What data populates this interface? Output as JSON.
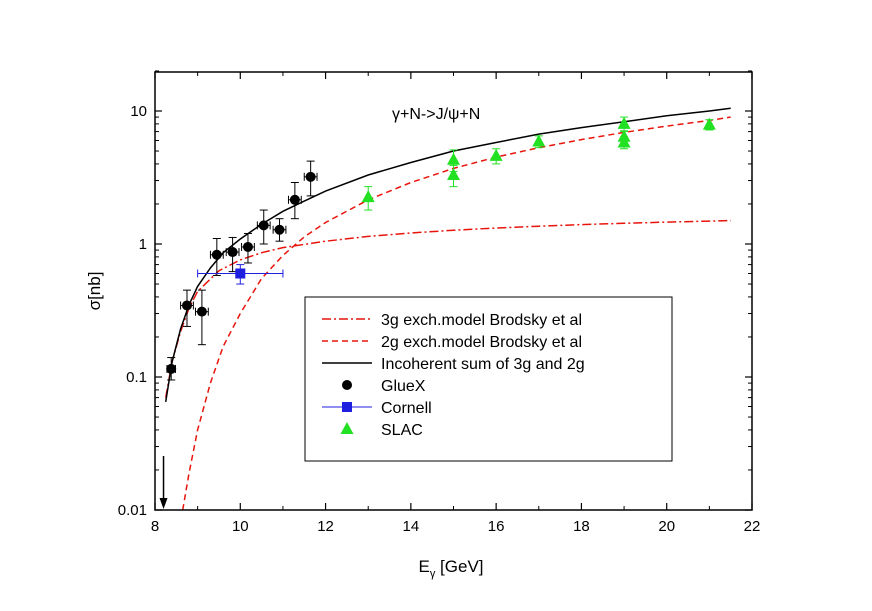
{
  "chart_data": {
    "type": "scatter",
    "annotation": "γ+N->J/ψ+N",
    "xlabel": {
      "main": "E",
      "sub": "γ",
      "unit": " [GeV]"
    },
    "ylabel": "σ[nb]",
    "xlim": [
      8,
      22
    ],
    "ylim": [
      0.01,
      20
    ],
    "yscale": "log",
    "x_ticks": [
      8,
      10,
      12,
      14,
      16,
      18,
      20,
      22
    ],
    "x_tick_labels": [
      "8",
      "10",
      "12",
      "14",
      "16",
      "18",
      "20",
      "22"
    ],
    "y_ticks": [
      0.01,
      0.1,
      1,
      10
    ],
    "y_tick_labels": [
      "0.01",
      "0.1",
      "1",
      "10"
    ],
    "grid": false,
    "legend_position": "lower-center",
    "threshold_arrow_x": 8.2,
    "series": [
      {
        "name": "3g exch.model Brodsky et al",
        "kind": "line",
        "color": "#e8140c",
        "dash": "dashdot",
        "points": [
          [
            8.25,
            0.07
          ],
          [
            8.4,
            0.13
          ],
          [
            8.6,
            0.22
          ],
          [
            8.8,
            0.33
          ],
          [
            9.0,
            0.44
          ],
          [
            9.5,
            0.63
          ],
          [
            10,
            0.76
          ],
          [
            10.5,
            0.86
          ],
          [
            11,
            0.94
          ],
          [
            12,
            1.05
          ],
          [
            13,
            1.14
          ],
          [
            14,
            1.21
          ],
          [
            15,
            1.27
          ],
          [
            16,
            1.32
          ],
          [
            17,
            1.36
          ],
          [
            18,
            1.4
          ],
          [
            19,
            1.43
          ],
          [
            20,
            1.46
          ],
          [
            21.5,
            1.5
          ]
        ]
      },
      {
        "name": "2g exch.model Brodsky et al",
        "kind": "line",
        "color": "#e8140c",
        "dash": "dash",
        "points": [
          [
            8.65,
            0.01
          ],
          [
            8.8,
            0.019
          ],
          [
            9.0,
            0.04
          ],
          [
            9.3,
            0.09
          ],
          [
            9.6,
            0.17
          ],
          [
            10,
            0.3
          ],
          [
            10.5,
            0.55
          ],
          [
            11,
            0.82
          ],
          [
            11.5,
            1.13
          ],
          [
            12,
            1.45
          ],
          [
            13,
            2.15
          ],
          [
            14,
            2.9
          ],
          [
            15,
            3.7
          ],
          [
            16,
            4.5
          ],
          [
            17,
            5.3
          ],
          [
            18,
            6.1
          ],
          [
            19,
            6.9
          ],
          [
            20,
            7.7
          ],
          [
            21,
            8.5
          ],
          [
            21.5,
            9.0
          ]
        ]
      },
      {
        "name": "Incoherent sum of 3g and 2g",
        "kind": "line",
        "color": "#000000",
        "dash": "solid",
        "points": [
          [
            8.25,
            0.065
          ],
          [
            8.4,
            0.13
          ],
          [
            8.6,
            0.23
          ],
          [
            8.8,
            0.35
          ],
          [
            9.0,
            0.48
          ],
          [
            9.3,
            0.66
          ],
          [
            9.6,
            0.86
          ],
          [
            10,
            1.09
          ],
          [
            10.5,
            1.41
          ],
          [
            11,
            1.76
          ],
          [
            11.5,
            2.1
          ],
          [
            12,
            2.5
          ],
          [
            13,
            3.3
          ],
          [
            14,
            4.1
          ],
          [
            15,
            5.0
          ],
          [
            16,
            5.8
          ],
          [
            17,
            6.7
          ],
          [
            18,
            7.5
          ],
          [
            19,
            8.3
          ],
          [
            20,
            9.2
          ],
          [
            21,
            10.0
          ],
          [
            21.5,
            10.5
          ]
        ]
      },
      {
        "name": "GlueX",
        "kind": "markers",
        "marker": "circle",
        "color": "#000000",
        "points": [
          {
            "x": 8.38,
            "y": 0.115,
            "xerr": 0.1,
            "ylo": 0.095,
            "yhi": 0.14
          },
          {
            "x": 8.75,
            "y": 0.345,
            "xerr": 0.15,
            "ylo": 0.24,
            "yhi": 0.45
          },
          {
            "x": 9.1,
            "y": 0.31,
            "xerr": 0.15,
            "ylo": 0.175,
            "yhi": 0.45
          },
          {
            "x": 9.45,
            "y": 0.83,
            "xerr": 0.15,
            "ylo": 0.58,
            "yhi": 1.1
          },
          {
            "x": 9.82,
            "y": 0.87,
            "xerr": 0.15,
            "ylo": 0.62,
            "yhi": 1.12
          },
          {
            "x": 10.18,
            "y": 0.95,
            "xerr": 0.15,
            "ylo": 0.72,
            "yhi": 1.2
          },
          {
            "x": 10.55,
            "y": 1.38,
            "xerr": 0.15,
            "ylo": 1.0,
            "yhi": 1.8
          },
          {
            "x": 10.92,
            "y": 1.28,
            "xerr": 0.15,
            "ylo": 1.05,
            "yhi": 1.55
          },
          {
            "x": 11.28,
            "y": 2.15,
            "xerr": 0.15,
            "ylo": 1.55,
            "yhi": 2.9
          },
          {
            "x": 11.65,
            "y": 3.2,
            "xerr": 0.15,
            "ylo": 2.3,
            "yhi": 4.2
          }
        ]
      },
      {
        "name": "Cornell",
        "kind": "markers",
        "marker": "square",
        "color": "#1f1fe0",
        "points": [
          {
            "x": 10.0,
            "y": 0.6,
            "xerr": 1.0,
            "ylo": 0.5,
            "yhi": 0.7
          }
        ]
      },
      {
        "name": "SLAC",
        "kind": "markers",
        "marker": "triangle",
        "color": "#22e022",
        "points": [
          {
            "x": 13.0,
            "y": 2.25,
            "xerr": 0,
            "ylo": 1.8,
            "yhi": 2.7
          },
          {
            "x": 15.0,
            "y": 4.3,
            "xerr": 0,
            "ylo": 3.5,
            "yhi": 5.1
          },
          {
            "x": 15.0,
            "y": 3.3,
            "xerr": 0,
            "ylo": 2.7,
            "yhi": 3.9
          },
          {
            "x": 16.0,
            "y": 4.6,
            "xerr": 0,
            "ylo": 4.0,
            "yhi": 5.2
          },
          {
            "x": 17.0,
            "y": 5.9,
            "xerr": 0,
            "ylo": 5.3,
            "yhi": 6.5
          },
          {
            "x": 19.0,
            "y": 8.0,
            "xerr": 0,
            "ylo": 7.0,
            "yhi": 9.0
          },
          {
            "x": 19.0,
            "y": 6.4,
            "xerr": 0,
            "ylo": 5.7,
            "yhi": 7.1
          },
          {
            "x": 19.0,
            "y": 5.8,
            "xerr": 0,
            "ylo": 5.2,
            "yhi": 6.4
          },
          {
            "x": 21.0,
            "y": 7.9,
            "xerr": 0,
            "ylo": 7.2,
            "yhi": 8.6
          }
        ]
      }
    ]
  }
}
